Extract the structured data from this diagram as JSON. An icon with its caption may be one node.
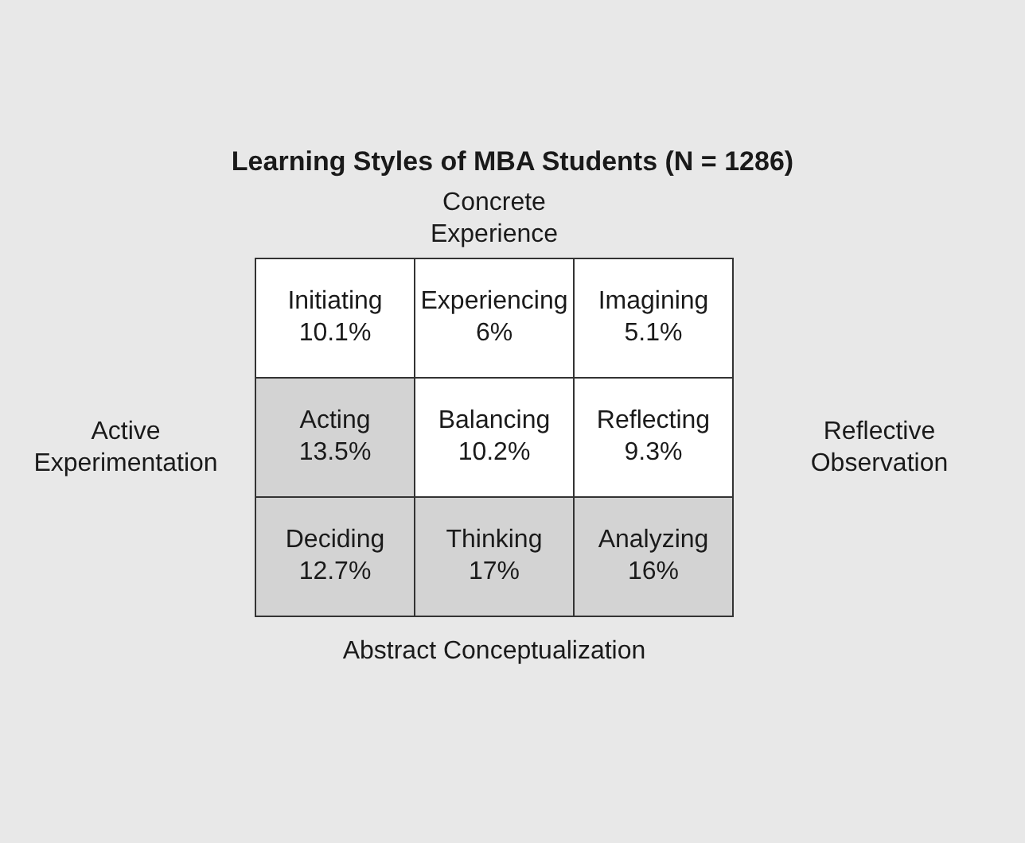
{
  "diagram": {
    "title": "Learning Styles of MBA Students (N = 1286)",
    "nodes": [
      {
        "text": [
          "Initiating",
          "10.1%"
        ]
      },
      {
        "text": [
          "Experiencing",
          "6%"
        ]
      },
      {
        "text": [
          "Imagining",
          "5.1%"
        ]
      },
      {
        "text": [
          "Acting",
          "13.5%"
        ]
      },
      {
        "text": [
          "Balancing",
          "10.2%"
        ]
      },
      {
        "text": [
          "Reflecting",
          "9.3%"
        ]
      },
      {
        "text": [
          "Deciding",
          "12.7%"
        ]
      },
      {
        "text": [
          "Thinking",
          "17%"
        ]
      },
      {
        "text": [
          "Analyzing",
          "16%"
        ]
      }
    ],
    "labels": [
      "Concrete Experience",
      "Active Experimentation",
      "Reflective Observation",
      "Abstract Conceptualization"
    ]
  }
}
